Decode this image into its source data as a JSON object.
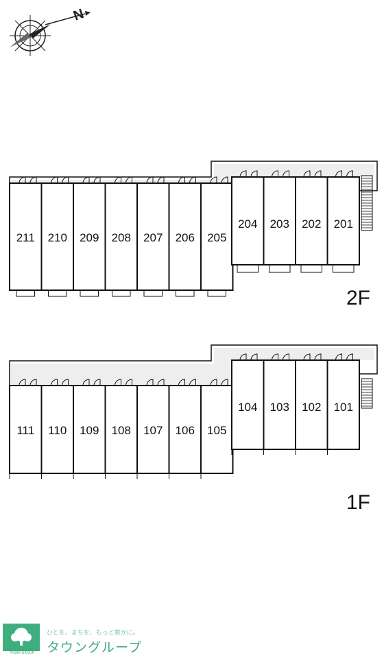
{
  "compass": {
    "label": "N",
    "icon": "compass-rose-icon"
  },
  "floors": [
    {
      "id": "2F",
      "label": "2F",
      "units_left": [
        "211",
        "210",
        "209",
        "208",
        "207",
        "206",
        "205"
      ],
      "units_right": [
        "204",
        "203",
        "202",
        "201"
      ]
    },
    {
      "id": "1F",
      "label": "1F",
      "units_left": [
        "111",
        "110",
        "109",
        "108",
        "107",
        "106",
        "105"
      ],
      "units_right": [
        "104",
        "103",
        "102",
        "101"
      ]
    }
  ],
  "footer": {
    "tagline": "ひとを、まちを、もっと豊かに。",
    "brand": "タウングループ",
    "logo_sub": "TOWN GROUP",
    "brand_color": "#3fae7f"
  },
  "colors": {
    "line": "#111111",
    "corridor": "#eeeeee",
    "fill": "#ffffff"
  }
}
